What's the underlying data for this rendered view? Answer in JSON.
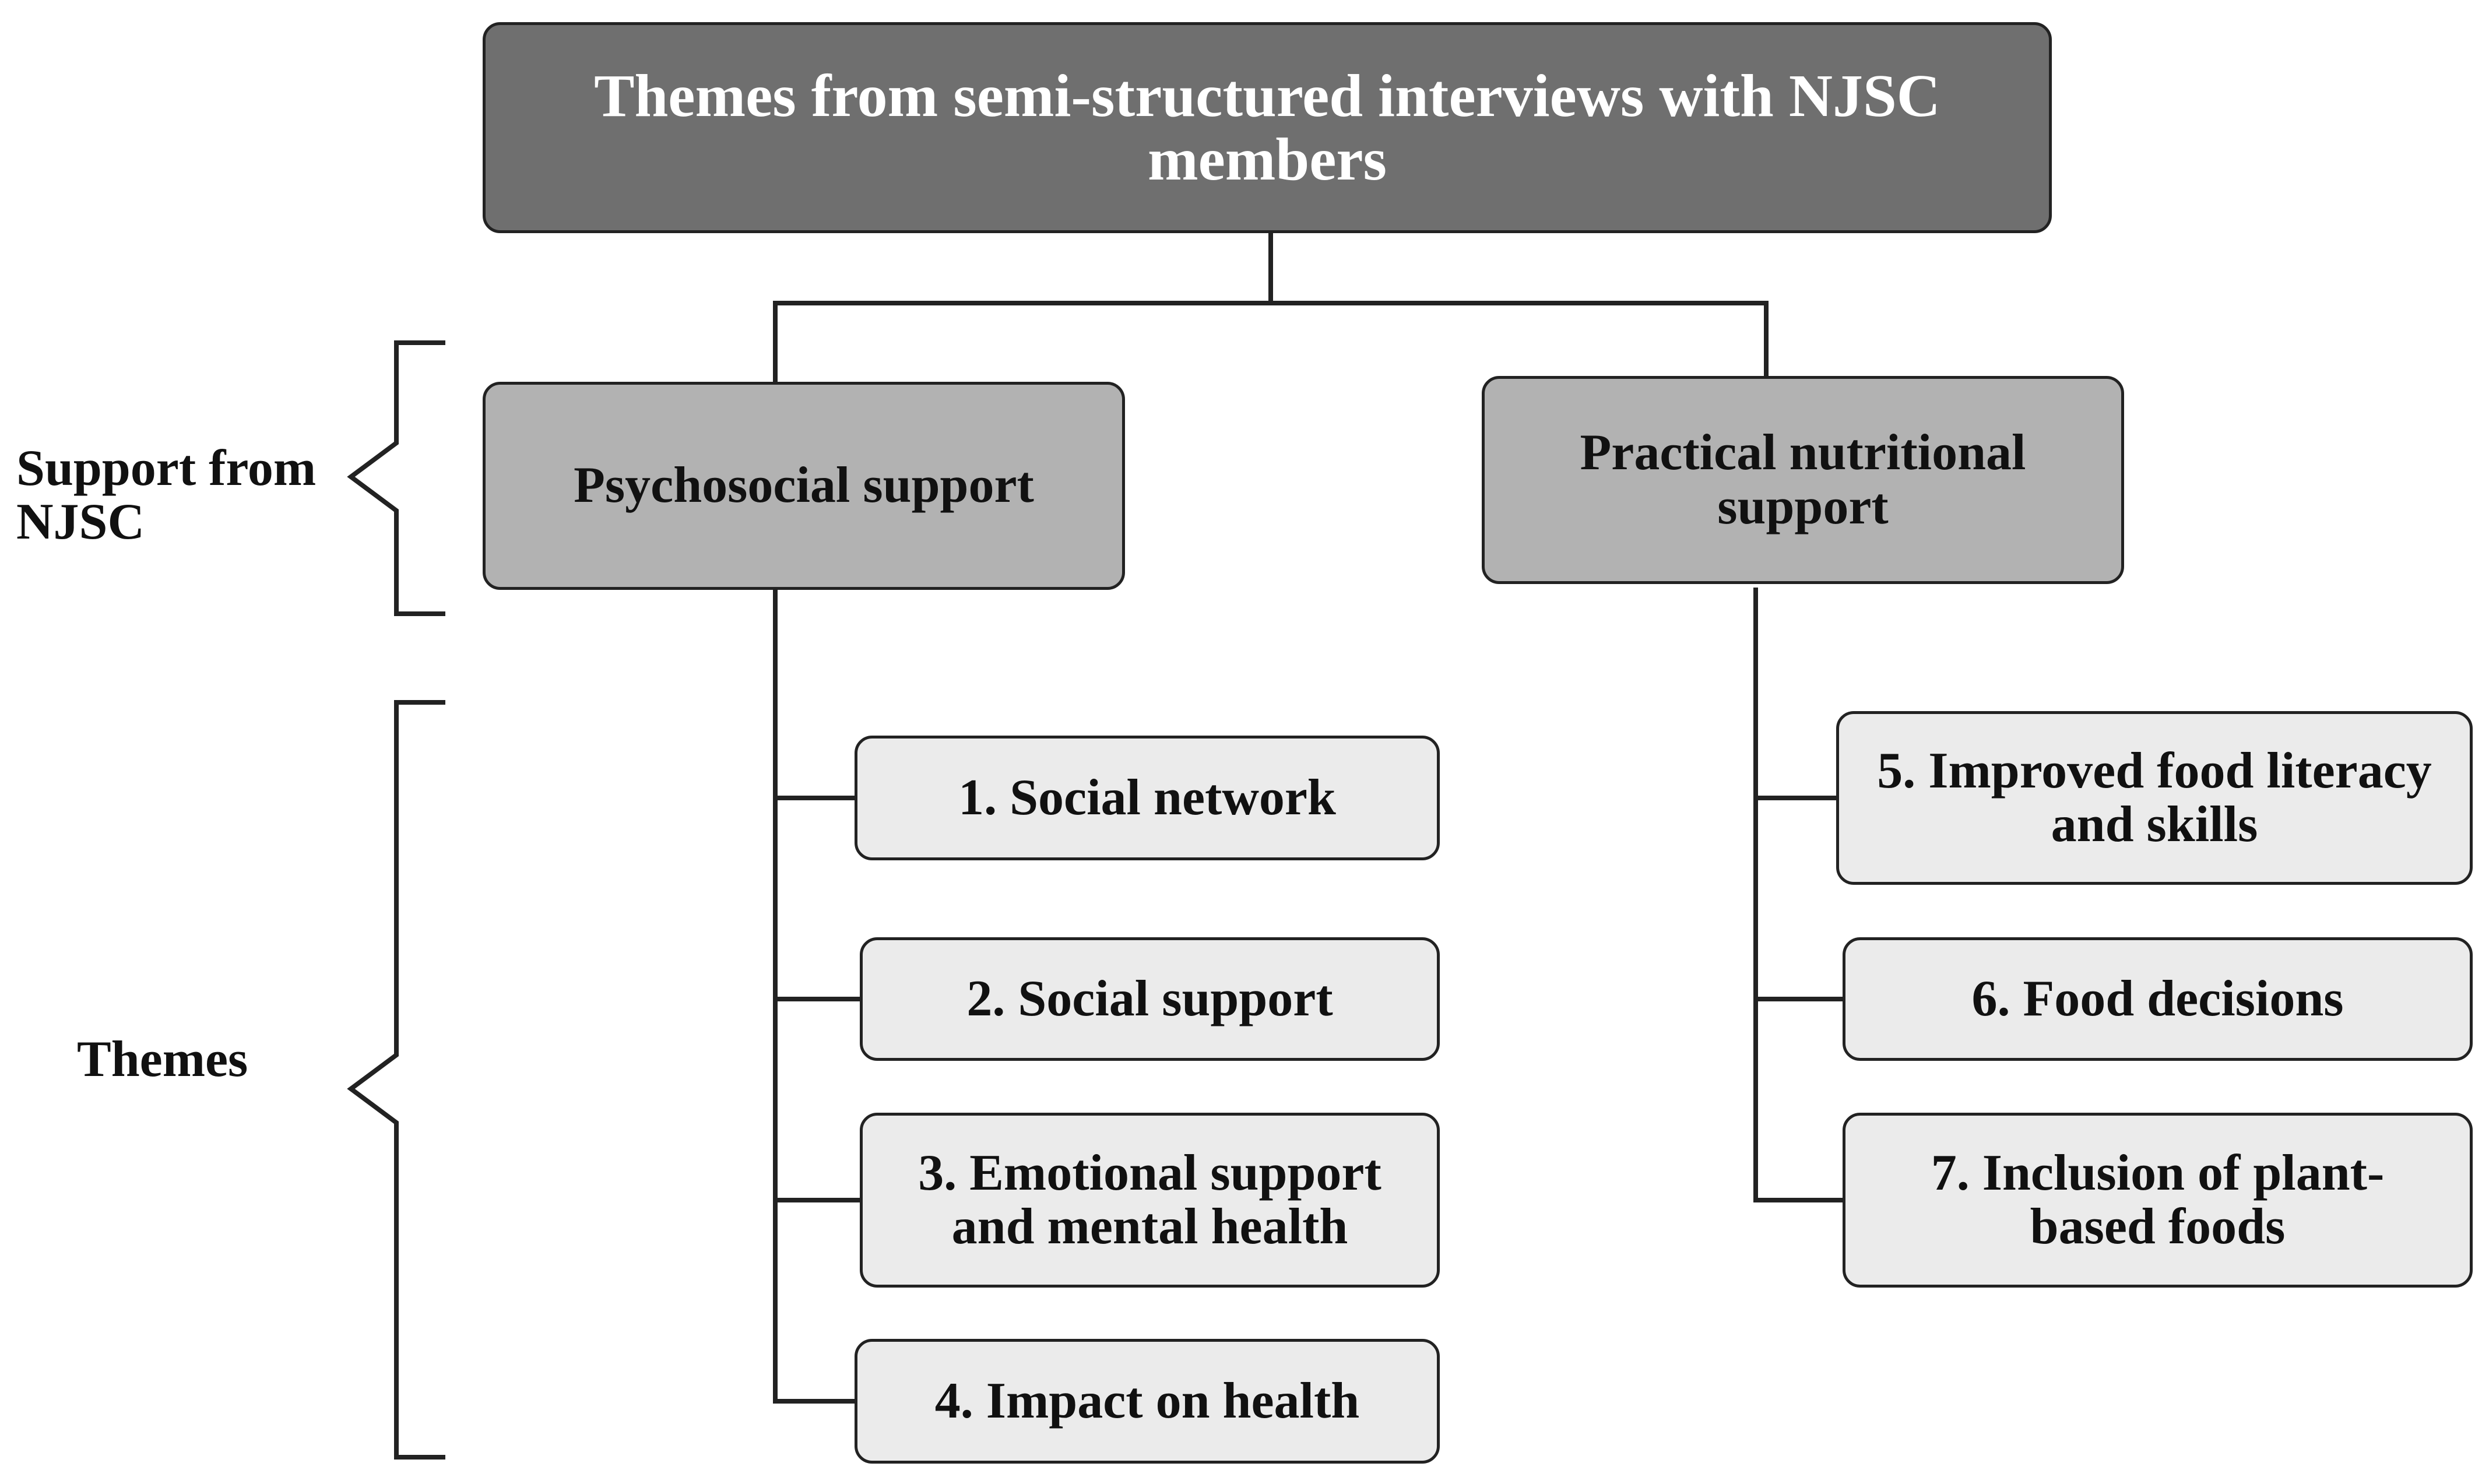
{
  "root": {
    "line1": "Themes from semi-structured interviews with NJSC",
    "line2": "members"
  },
  "categories": [
    {
      "line1": "Psychosocial support",
      "line2": ""
    },
    {
      "line1": "Practical nutritional",
      "line2": "support"
    }
  ],
  "themes": [
    {
      "line1": "1. Social network",
      "line2": ""
    },
    {
      "line1": "2. Social support",
      "line2": ""
    },
    {
      "line1": "3. Emotional support",
      "line2": "and mental health"
    },
    {
      "line1": "4. Impact on health",
      "line2": ""
    },
    {
      "line1": "5. Improved food literacy",
      "line2": "and skills"
    },
    {
      "line1": "6. Food decisions",
      "line2": ""
    },
    {
      "line1": "7. Inclusion of plant-",
      "line2": "based foods"
    }
  ],
  "side_labels": {
    "support_line1": "Support from",
    "support_line2": "NJSC",
    "themes": "Themes"
  },
  "colors": {
    "root_fill": "#6f6f6f",
    "category_fill": "#b2b2b2",
    "theme_fill": "#ebebeb",
    "line": "#222222"
  }
}
